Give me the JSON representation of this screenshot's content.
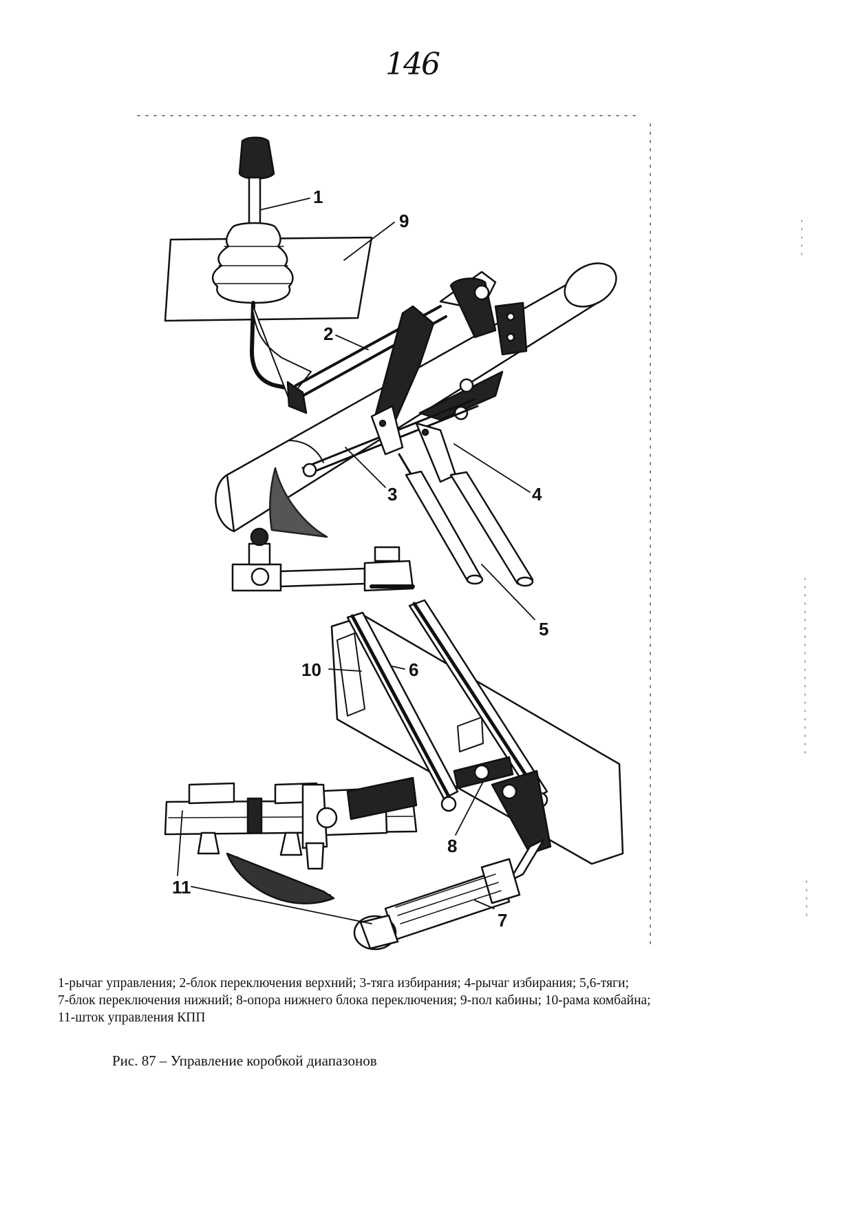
{
  "page": {
    "number": "146"
  },
  "figure": {
    "callouts": [
      {
        "id": "1",
        "label": "1"
      },
      {
        "id": "2",
        "label": "2"
      },
      {
        "id": "3",
        "label": "3"
      },
      {
        "id": "4",
        "label": "4"
      },
      {
        "id": "5",
        "label": "5"
      },
      {
        "id": "6",
        "label": "6"
      },
      {
        "id": "7",
        "label": "7"
      },
      {
        "id": "8",
        "label": "8"
      },
      {
        "id": "9",
        "label": "9"
      },
      {
        "id": "10",
        "label": "10"
      },
      {
        "id": "11",
        "label": "11"
      }
    ]
  },
  "legend": {
    "lines": [
      "1-рычаг управления; 2-блок переключения верхний; 3-тяга избирания; 4-рычаг избирания; 5,6-тяги;",
      "7-блок переключения нижний; 8-опора нижнего блока переключения; 9-пол кабины; 10-рама комбайна;",
      "11-шток управления КПП"
    ]
  },
  "caption": "Рис. 87 – Управление коробкой диапазонов"
}
